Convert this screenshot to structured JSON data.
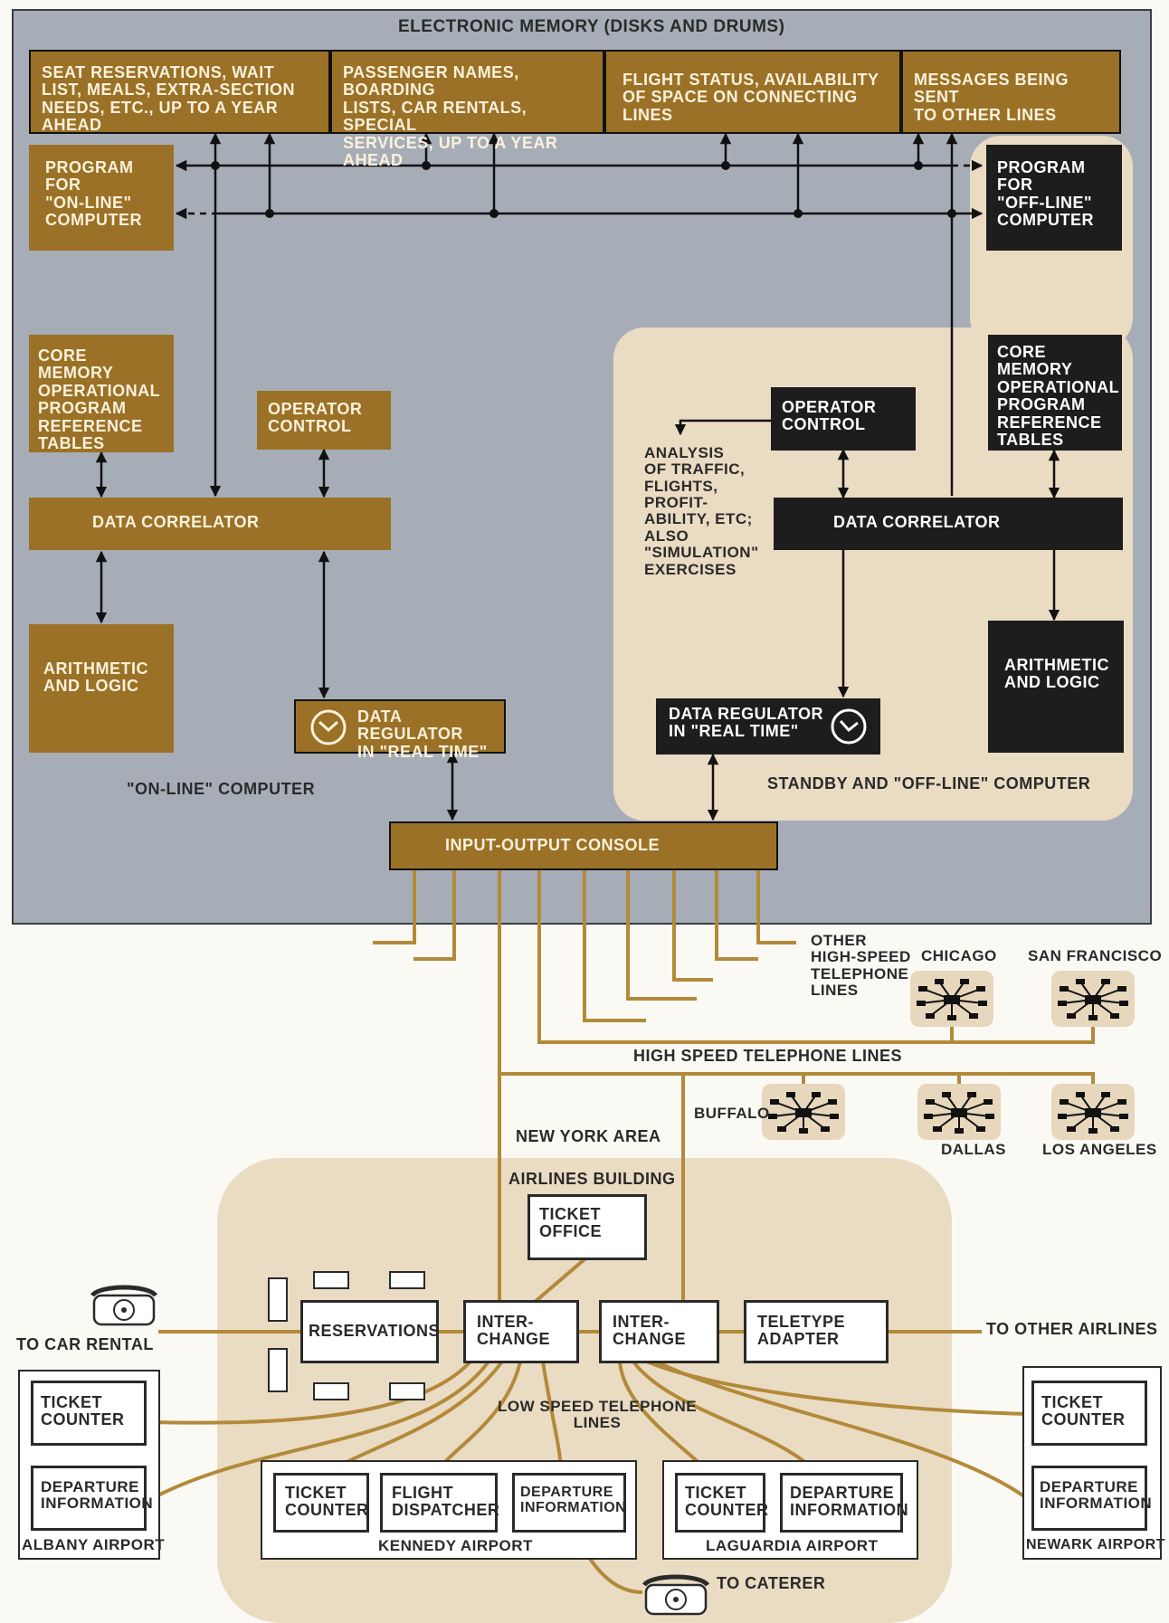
{
  "colors": {
    "gray_panel": "#a7adb7",
    "gold_box": "#9a7126",
    "dark_box": "#1d1d1d",
    "line_gold": "#b28a3a",
    "tan_area": "#eadbc3",
    "white_box": "#ffffff"
  },
  "computer": {
    "memory_title": "ELECTRONIC MEMORY (DISKS AND DRUMS)",
    "memory_cells": [
      "SEAT RESERVATIONS, WAIT\nLIST, MEALS, EXTRA-SECTION\nNEEDS, ETC., UP TO A YEAR AHEAD",
      "PASSENGER NAMES, BOARDING\nLISTS, CAR RENTALS, SPECIAL\nSERVICES, UP TO A YEAR AHEAD",
      "FLIGHT STATUS, AVAILABILITY\nOF SPACE ON CONNECTING LINES",
      "MESSAGES BEING SENT\nTO OTHER LINES"
    ],
    "online": {
      "program": "PROGRAM FOR\n\"ON-LINE\"\nCOMPUTER",
      "core_memory": "CORE MEMORY\nOPERATIONAL\nPROGRAM\nREFERENCE\nTABLES",
      "operator_control": "OPERATOR\nCONTROL",
      "data_correlator": "DATA  CORRELATOR",
      "arithmetic": "ARITHMETIC\nAND LOGIC",
      "data_regulator": "DATA REGULATOR\nIN \"REAL TIME\"",
      "caption": "\"ON-LINE\" COMPUTER"
    },
    "offline": {
      "program": "PROGRAM FOR\n\"OFF-LINE\"\nCOMPUTER",
      "core_memory": "CORE MEMORY\nOPERATIONAL\nPROGRAM\nREFERENCE\nTABLES",
      "operator_control": "OPERATOR\nCONTROL",
      "analysis": "ANALYSIS\nOF TRAFFIC,\nFLIGHTS,\nPROFIT-\nABILITY, ETC;\nALSO\n\"SIMULATION\"\nEXERCISES",
      "data_correlator": "DATA  CORRELATOR",
      "arithmetic": "ARITHMETIC\nAND LOGIC",
      "data_regulator": "DATA REGULATOR\nIN \"REAL TIME\"",
      "caption": "STANDBY AND \"OFF-LINE\" COMPUTER"
    },
    "io_console": "INPUT-OUTPUT CONSOLE"
  },
  "network": {
    "other_lines": "OTHER\nHIGH-SPEED\nTELEPHONE\nLINES",
    "high_speed": "HIGH  SPEED TELEPHONE LINES",
    "cities": [
      "CHICAGO",
      "SAN FRANCISCO",
      "BUFFALO",
      "DALLAS",
      "LOS ANGELES"
    ]
  },
  "local": {
    "area": "NEW YORK AREA",
    "building": "AIRLINES BUILDING",
    "ticket_office": "TICKET\nOFFICE",
    "reservations": "RESERVATIONS",
    "interchange": "INTER-\nCHANGE",
    "teletype": "TELETYPE\nADAPTER",
    "to_car_rental": "TO CAR RENTAL",
    "to_other_airlines": "TO OTHER AIRLINES",
    "low_speed": "LOW SPEED TELEPHONE\nLINES",
    "to_caterer": "TO CATERER",
    "ticket_counter": "TICKET\nCOUNTER",
    "departure_info": "DEPARTURE\nINFORMATION",
    "flight_dispatcher": "FLIGHT\nDISPATCHER",
    "airports": [
      "ALBANY AIRPORT",
      "KENNEDY AIRPORT",
      "LAGUARDIA AIRPORT",
      "NEWARK AIRPORT"
    ]
  }
}
